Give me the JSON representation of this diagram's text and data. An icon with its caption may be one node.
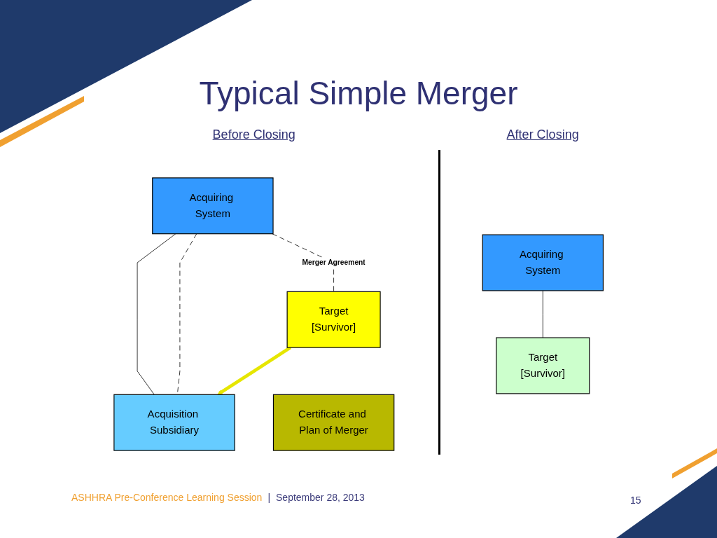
{
  "diagram": {
    "title": "Typical Simple Merger",
    "nodes": [
      {
        "text": [
          "Acquiring System"
        ]
      },
      {
        "text": [
          "Acquisition Subsidiary"
        ]
      },
      {
        "text": [
          "Target",
          "[Survivor]"
        ]
      },
      {
        "text": [
          "Certificate and Plan of Merger"
        ]
      },
      {
        "text": [
          "Acquiring System"
        ]
      },
      {
        "text": [
          "Target",
          "[Survivor]"
        ]
      }
    ],
    "edges": [
      {
        "from": 0,
        "to": 1,
        "arrow": "none"
      },
      {
        "from": 0,
        "to": 2,
        "arrow": "none",
        "style": "dashed",
        "label": "Merger Agreement"
      },
      {
        "from": 0,
        "to": 1,
        "arrow": "none",
        "style": "dashed"
      },
      {
        "from": 2,
        "to": 1,
        "arrow": "to",
        "style": "thick",
        "color": "#e6e600"
      },
      {
        "from": 4,
        "to": 5,
        "arrow": "none"
      }
    ],
    "labels": [
      "Before Closing",
      "After Closing",
      "ASHHRA Pre-Conference Learning Session",
      "|",
      "September 28, 2013",
      "15"
    ]
  }
}
